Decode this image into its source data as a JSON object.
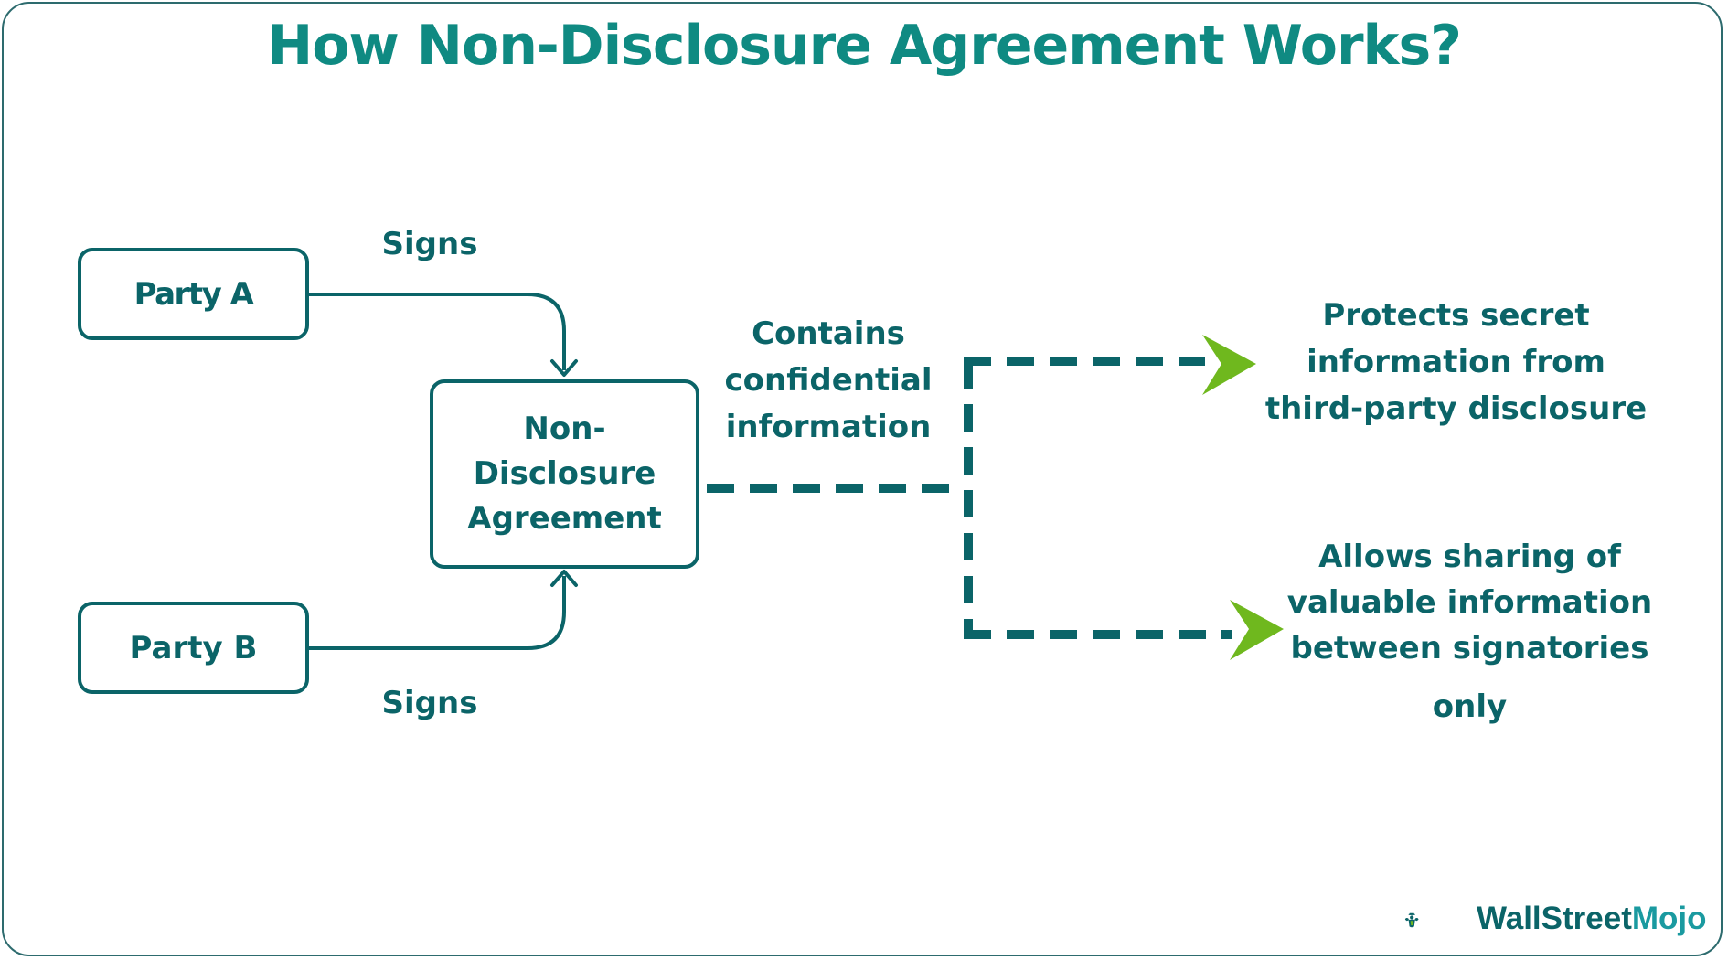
{
  "title": "How Non-Disclosure Agreement Works?",
  "nodes": {
    "party_a": "Party A",
    "party_b": "Party B",
    "nda_lines": [
      "Non-",
      "Disclosure",
      "Agreement"
    ]
  },
  "edges": {
    "signs_a": "Signs",
    "signs_b": "Signs",
    "contains_lines": [
      "Contains",
      "confidential",
      "information"
    ]
  },
  "outcomes": {
    "protects_lines": [
      "Protects secret",
      "information from",
      "third-party disclosure"
    ],
    "allows_lines": [
      "Allows sharing of",
      "valuable information",
      "between signatories"
    ],
    "allows_last": "only"
  },
  "brand": {
    "name_part1": "WallStreet",
    "name_part2": "Mojo",
    "logo_icon": "mascot-icon"
  },
  "colors": {
    "primary": "#0b6468",
    "title": "#0f8a82",
    "arrowhead": "#6fb81e",
    "frame": "#2d6b6e"
  }
}
